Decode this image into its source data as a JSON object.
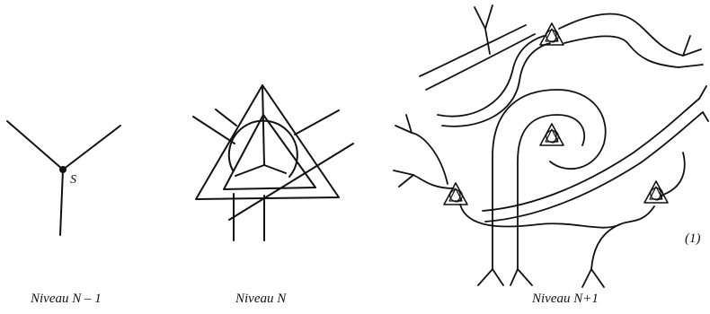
{
  "panels": [
    {
      "caption": "Niveau N – 1",
      "vertex_label": "S"
    },
    {
      "caption": "Niveau N"
    },
    {
      "caption": "Niveau N+1"
    }
  ],
  "equation_tag": "(1)",
  "colors": {
    "ink": "#111111",
    "background": "#ffffff"
  }
}
